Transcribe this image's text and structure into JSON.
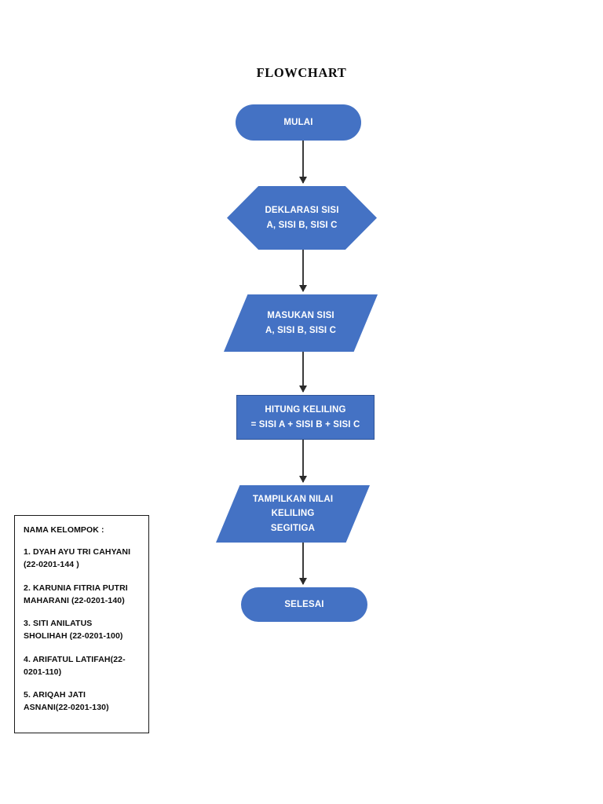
{
  "document": {
    "title": "FLOWCHART"
  },
  "flowchart": {
    "accent_color": "#4472C4",
    "border_color": "#2E5396",
    "connector_color": "#3b3b3b",
    "text_color": "#ffffff",
    "nodes": [
      {
        "id": "start",
        "shape": "terminator",
        "lines": [
          "MULAI"
        ]
      },
      {
        "id": "declare",
        "shape": "hexagon",
        "lines": [
          "DEKLARASI SISI",
          "A, SISI B, SISI C"
        ]
      },
      {
        "id": "input",
        "shape": "parallelogram",
        "lines": [
          "MASUKAN SISI",
          "A, SISI B, SISI C"
        ]
      },
      {
        "id": "process",
        "shape": "rectangle",
        "lines": [
          "HITUNG KELILING",
          "= SISI A + SISI B + SISI C"
        ]
      },
      {
        "id": "output",
        "shape": "parallelogram",
        "lines": [
          "TAMPILKAN NILAI",
          "KELILING",
          "SEGITIGA"
        ]
      },
      {
        "id": "end",
        "shape": "terminator",
        "lines": [
          "SELESAI"
        ]
      }
    ]
  },
  "group_box": {
    "title": "NAMA KELOMPOK :",
    "members": [
      {
        "line1": "1. DYAH AYU TRI CAHYANI",
        "line2": "(22-0201-144 )"
      },
      {
        "line1": "2. KARUNIA FITRIA PUTRI",
        "line2": "MAHARANI (22-0201-140)"
      },
      {
        "line1": "3. SITI ANILATUS",
        "line2": "SHOLIHAH (22-0201-100)"
      },
      {
        "line1": "4. ARIFATUL LATIFAH(22-",
        "line2": "0201-110)"
      },
      {
        "line1": "5. ARIQAH JATI",
        "line2": "ASNANI(22-0201-130)"
      }
    ]
  }
}
